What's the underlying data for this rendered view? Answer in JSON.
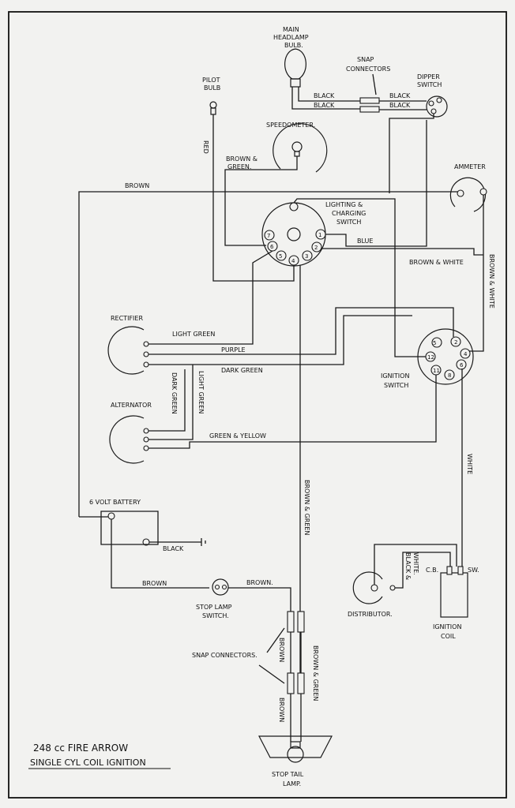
{
  "title": {
    "line1": "248 cc FIRE ARROW",
    "line2": "SINGLE CYL COIL IGNITION"
  },
  "components": {
    "headlamp": [
      "MAIN",
      "HEADLAMP",
      "BULB."
    ],
    "snap_top": [
      "SNAP",
      "CONNECTORS"
    ],
    "dipper": [
      "DIPPER",
      "SWITCH"
    ],
    "pilot": [
      "PILOT",
      "BULB"
    ],
    "speedo": "SPEEDOMETER.",
    "ammeter": "AMMETER",
    "lighting": [
      "LIGHTING &",
      "CHARGING",
      "SWITCH"
    ],
    "rectifier": "RECTIFIER",
    "alternator": "ALTERNATOR",
    "ignition_switch": [
      "IGNITION",
      "SWITCH"
    ],
    "battery": "6 VOLT BATTERY",
    "stop_switch": [
      "STOP LAMP",
      "SWITCH."
    ],
    "snap_bottom": "SNAP CONNECTORS.",
    "distributor": "DISTRIBUTOR.",
    "coil": [
      "IGNITION",
      "COIL"
    ],
    "coil_cb": "C.B.",
    "coil_sw": "SW.",
    "tail": [
      "STOP TAIL",
      "LAMP."
    ]
  },
  "wires": {
    "black1": "BLACK",
    "black2": "BLACK",
    "black3": "BLACK",
    "black4": "BLACK",
    "red": "RED",
    "brown_green_speedo": [
      "BROWN &",
      "GREEN."
    ],
    "brown_top": "BROWN",
    "blue": "BLUE",
    "brown_white_h": "BROWN & WHITE",
    "brown_white_v": "BROWN & WHITE",
    "light_green_h": "LIGHT GREEN",
    "purple": "PURPLE",
    "dark_green_h": "DARK GREEN",
    "dark_green_v": "DARK GREEN",
    "light_green_v": "LIGHT GREEN",
    "green_yellow": "GREEN & YELLOW",
    "brown_green_long": "BROWN & GREEN",
    "white": "WHITE",
    "black_white": [
      "BLACK &",
      "WHITE."
    ],
    "battery_black": "BLACK",
    "brown_batt": "BROWN",
    "brown_stop": "BROWN.",
    "brown_snap1": "BROWN",
    "brown_snap2": "BROWN",
    "bg_snap": "BROWN & GREEN"
  },
  "switch_pins": {
    "lighting": [
      "7",
      "1",
      "6",
      "2",
      "5",
      "4",
      "3"
    ],
    "ignition": [
      "5",
      "2",
      "4",
      "6",
      "8",
      "11",
      "12"
    ]
  }
}
